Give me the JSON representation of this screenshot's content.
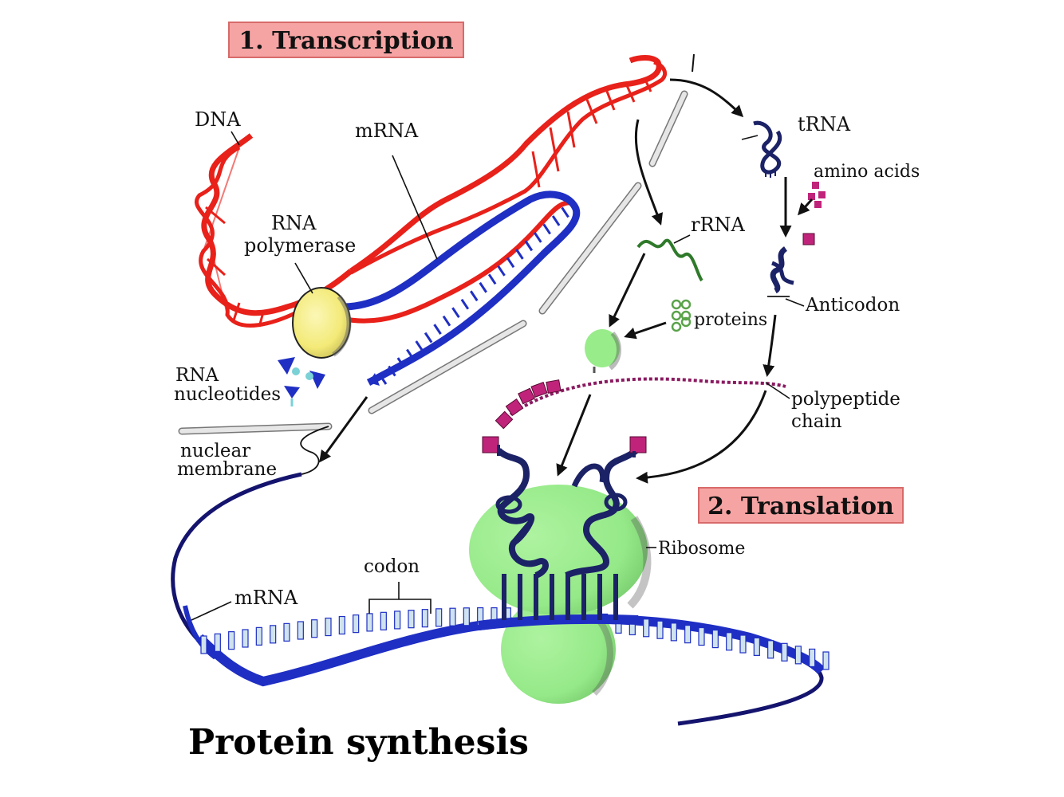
{
  "title": "Protein synthesis",
  "stages": {
    "transcription": "1. Transcription",
    "translation": "2. Translation"
  },
  "labels": {
    "dna": "DNA",
    "mrna_top": "mRNA",
    "rna_polymerase_line1": "RNA",
    "rna_polymerase_line2": "polymerase",
    "rna_nucleotides_line1": "RNA",
    "rna_nucleotides_line2": "nucleotides",
    "nuclear_membrane_line1": "nuclear",
    "nuclear_membrane_line2": "membrane",
    "trna": "tRNA",
    "amino_acids": "amino acids",
    "rrna": "rRNA",
    "proteins": "proteins",
    "anticodon": "Anticodon",
    "polypeptide_line1": "polypeptide",
    "polypeptide_line2": "chain",
    "ribosome": "Ribosome",
    "codon": "codon",
    "mrna_bottom": "mRNA"
  },
  "colors": {
    "dna": "#e8211a",
    "mrna": "#1f2fc4",
    "mrna_dark": "#14146e",
    "nucleotide_tick": "#cfe3ef",
    "polymerase": "#f6ef8a",
    "ribosome": "#98ec8a",
    "rrna": "#2f7a2a",
    "trna": "#1c2266",
    "amino_acid": "#c0247a",
    "membrane": "#dcdcdc",
    "banner_bg": "#f6a3a3",
    "banner_border": "#d86a6a"
  }
}
